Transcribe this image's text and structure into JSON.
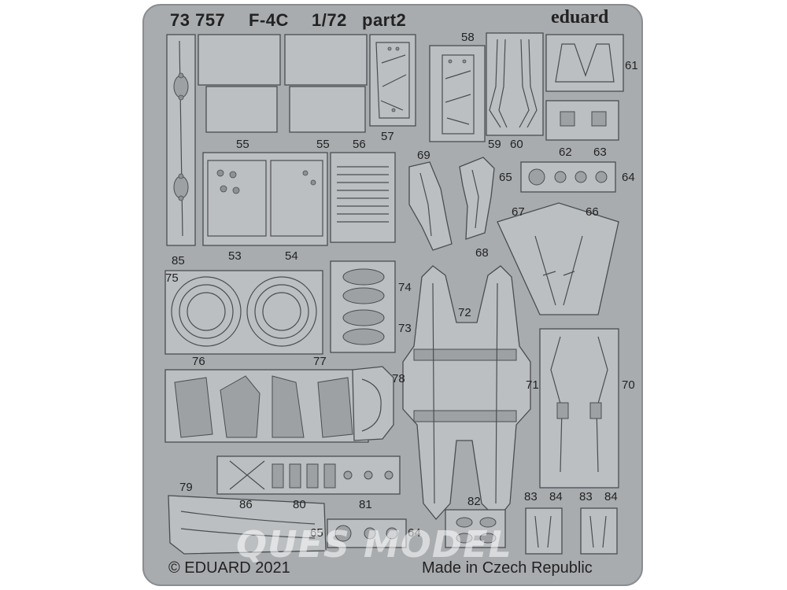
{
  "header": {
    "set_number": "73 757",
    "model": "F-4C",
    "scale": "1/72",
    "part": "part2",
    "brand": "eduard"
  },
  "footer": {
    "copyright": "© EDUARD 2021",
    "origin": "Made in Czech Republic"
  },
  "watermark": "QUES MODEL",
  "part_labels": {
    "p53": "53",
    "p54": "54",
    "p55a": "55",
    "p55b": "55",
    "p56": "56",
    "p57": "57",
    "p58": "58",
    "p59": "59",
    "p60": "60",
    "p61": "61",
    "p62": "62",
    "p63": "63",
    "p64a": "64",
    "p64b": "64",
    "p65a": "65",
    "p65b": "65",
    "p66": "66",
    "p67": "67",
    "p68": "68",
    "p69": "69",
    "p70": "70",
    "p71": "71",
    "p72": "72",
    "p73": "73",
    "p74": "74",
    "p75": "75",
    "p76": "76",
    "p77": "77",
    "p78": "78",
    "p79": "79",
    "p80": "80",
    "p81": "81",
    "p82": "82",
    "p83a": "83",
    "p83b": "83",
    "p84a": "84",
    "p84b": "84",
    "p85": "85",
    "p86": "86"
  },
  "colors": {
    "fret": "#a9acaf",
    "part": "#bcbfc2",
    "outline": "#4a4d50",
    "text": "#222222"
  }
}
